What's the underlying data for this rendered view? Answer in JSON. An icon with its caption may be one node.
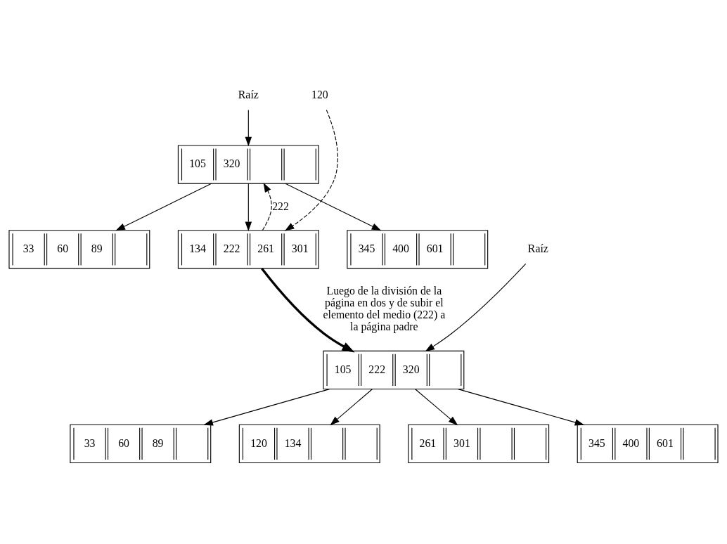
{
  "diagram": {
    "nodes": [
      {
        "text": [
          "Raíz"
        ]
      },
      {
        "text": [
          "105",
          "320"
        ]
      },
      {
        "text": [
          "33",
          "60",
          "89"
        ]
      },
      {
        "text": [
          "134",
          "222",
          "261",
          "301"
        ]
      },
      {
        "text": [
          "345",
          "400",
          "601"
        ]
      },
      {
        "text": [
          "120"
        ]
      },
      {
        "text": [
          "Raíz"
        ]
      },
      {
        "text": [
          "105",
          "222",
          "320"
        ]
      },
      {
        "text": [
          "33",
          "60",
          "89"
        ]
      },
      {
        "text": [
          "120",
          "134"
        ]
      },
      {
        "text": [
          "261",
          "301"
        ]
      },
      {
        "text": [
          "345",
          "400",
          "601"
        ]
      }
    ],
    "edges": [
      {
        "from": 0,
        "to": 1,
        "arrow": "to"
      },
      {
        "from": 1,
        "to": 2,
        "arrow": "to"
      },
      {
        "from": 1,
        "to": 3,
        "arrow": "to"
      },
      {
        "from": 1,
        "to": 4,
        "arrow": "to"
      },
      {
        "from": 3,
        "to": 1,
        "arrow": "to",
        "style": "dashed",
        "label": "222"
      },
      {
        "from": 5,
        "to": 3,
        "arrow": "to",
        "style": "dashed"
      },
      {
        "from": 3,
        "to": 7,
        "arrow": "to",
        "style": "thick",
        "label": "Luego de la división de la página en dos y de subir el elemento del medio (222) a la página padre"
      },
      {
        "from": 6,
        "to": 7,
        "arrow": "to"
      },
      {
        "from": 7,
        "to": 8,
        "arrow": "to"
      },
      {
        "from": 7,
        "to": 9,
        "arrow": "to"
      },
      {
        "from": 7,
        "to": 10,
        "arrow": "to"
      },
      {
        "from": 7,
        "to": 11,
        "arrow": "to"
      }
    ]
  }
}
